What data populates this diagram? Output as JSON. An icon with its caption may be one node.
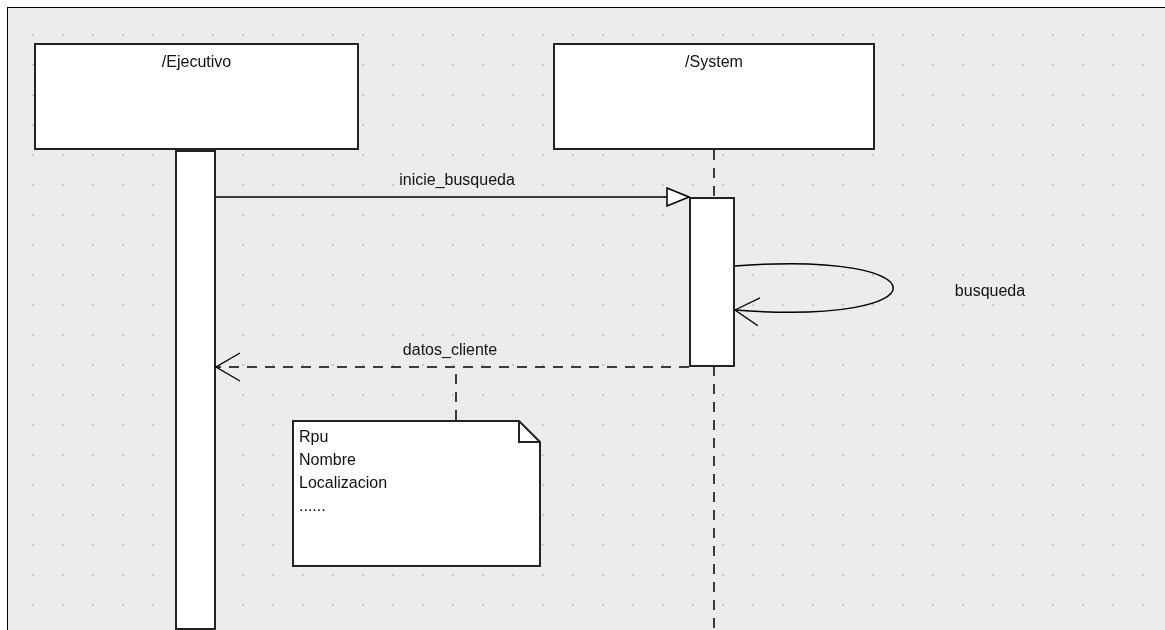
{
  "diagram": {
    "nodes": [
      {
        "text": [
          "/Ejecutivo"
        ]
      },
      {
        "text": [
          "/System"
        ]
      },
      {
        "text": [],
        "shape": "bar"
      },
      {
        "text": [],
        "shape": "bar"
      },
      {
        "text": [
          "Rpu",
          "Nombre",
          "Localizacion",
          "......"
        ]
      }
    ],
    "edges": [
      {
        "from": 2,
        "to": 3,
        "arrow": "to",
        "label": "inicie_busqueda"
      },
      {
        "from": 3,
        "to": 3,
        "arrow": "to",
        "label": "busqueda"
      },
      {
        "from": 3,
        "to": 2,
        "arrow": "to",
        "label": "datos_cliente",
        "style": "dashed"
      },
      {
        "from": 4,
        "to": null,
        "arrow": "none",
        "style": "dashed"
      }
    ]
  }
}
